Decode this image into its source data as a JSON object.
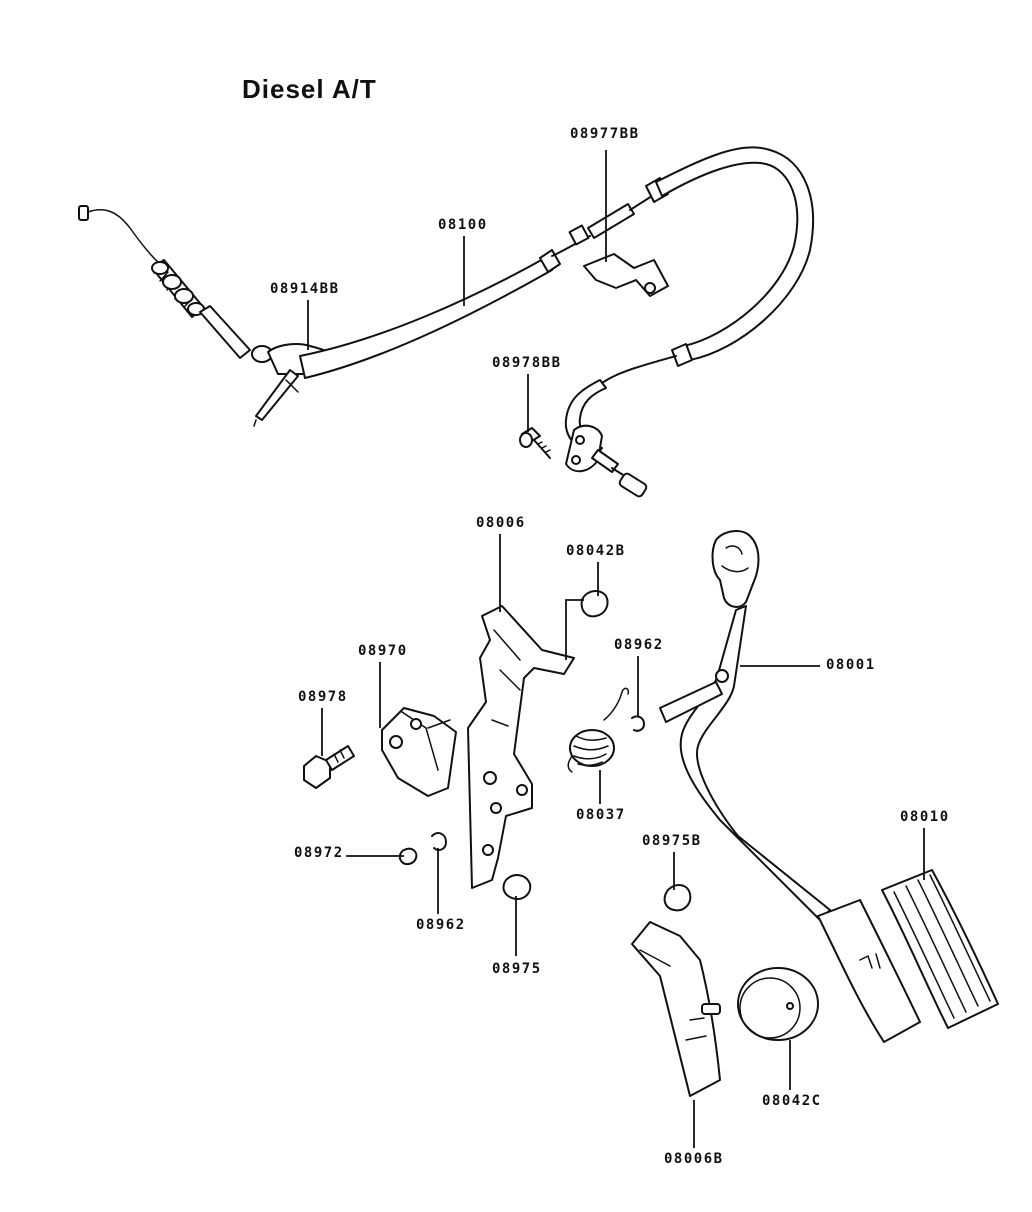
{
  "title": "Diesel A/T",
  "parts": {
    "p08977BB": "08977BB",
    "p08100": "08100",
    "p08914BB": "08914BB",
    "p08978BB": "08978BB",
    "p08006": "08006",
    "p08042B": "08042B",
    "p08962a": "08962",
    "p08001": "08001",
    "p08970": "08970",
    "p08978": "08978",
    "p08037": "08037",
    "p08010": "08010",
    "p08975B": "08975B",
    "p08972": "08972",
    "p08962b": "08962",
    "p08975": "08975",
    "p08042C": "08042C",
    "p08006B": "08006B"
  }
}
